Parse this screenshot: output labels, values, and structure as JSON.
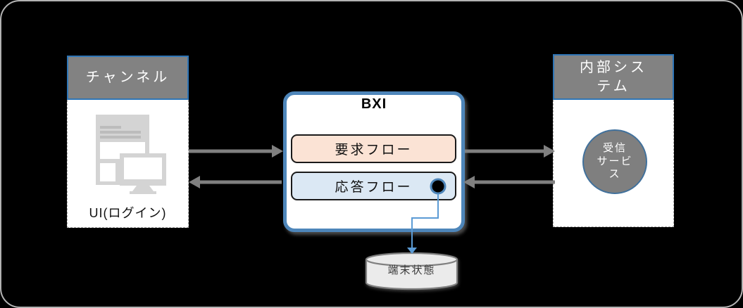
{
  "diagram": {
    "channel": {
      "title": "チャンネル",
      "device_label": "UI(ログイン)"
    },
    "bxi": {
      "title": "BXI",
      "request_flow_label": "要求フロー",
      "response_flow_label": "応答フロー"
    },
    "internal_system": {
      "title": "内部システム",
      "service_lines": [
        "受信",
        "サービ",
        "ス"
      ]
    },
    "datastore_label": "端末状態"
  },
  "colors": {
    "headerGray": "#828282",
    "headerBorder": "#2e75b6",
    "bxiBorder": "#4e86ba",
    "requestBg": "#fbe3d5",
    "responseBg": "#dbe8f4",
    "flowBorder": "#1a1a1a",
    "arrowGray": "#808080",
    "connectorBlue": "#5b9bd5",
    "serviceCircleBg": "#7f7f7f",
    "serviceCircleBorder": "#41719c",
    "cylinderBg": "#ebebeb",
    "cylinderBorder": "#808080",
    "frame": "#b3b3b3"
  }
}
